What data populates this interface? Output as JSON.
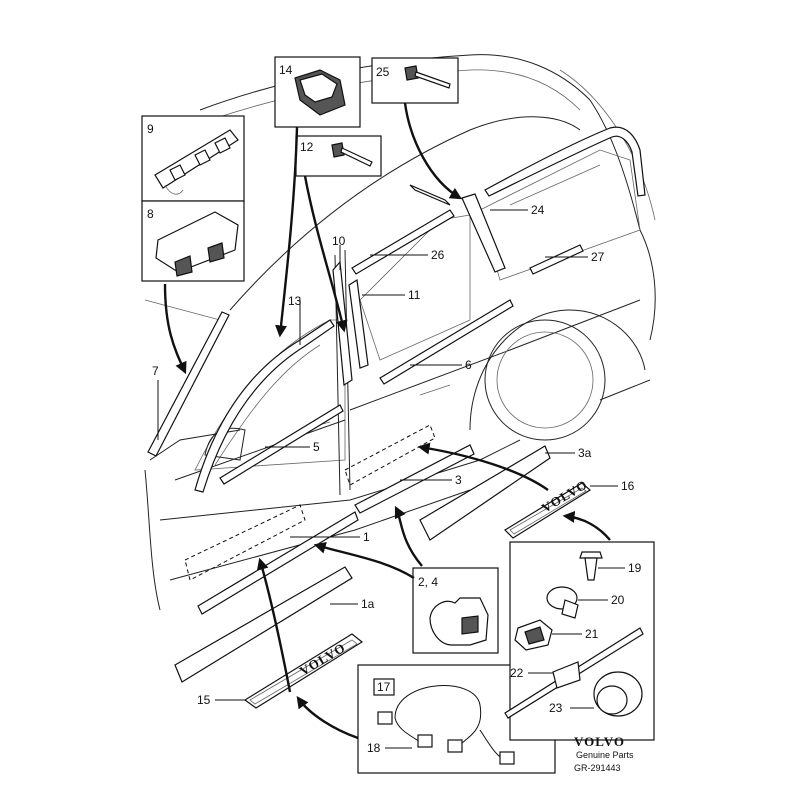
{
  "callouts": [
    {
      "id": "1",
      "label": "1"
    },
    {
      "id": "1a",
      "label": "1a"
    },
    {
      "id": "2-4",
      "label": "2, 4"
    },
    {
      "id": "3",
      "label": "3"
    },
    {
      "id": "3a",
      "label": "3a"
    },
    {
      "id": "5",
      "label": "5"
    },
    {
      "id": "6",
      "label": "6"
    },
    {
      "id": "7",
      "label": "7"
    },
    {
      "id": "8",
      "label": "8"
    },
    {
      "id": "9",
      "label": "9"
    },
    {
      "id": "10",
      "label": "10"
    },
    {
      "id": "11",
      "label": "11"
    },
    {
      "id": "12",
      "label": "12"
    },
    {
      "id": "13",
      "label": "13"
    },
    {
      "id": "14",
      "label": "14"
    },
    {
      "id": "15",
      "label": "15"
    },
    {
      "id": "16",
      "label": "16"
    },
    {
      "id": "17",
      "label": "17"
    },
    {
      "id": "18",
      "label": "18"
    },
    {
      "id": "19",
      "label": "19"
    },
    {
      "id": "20",
      "label": "20"
    },
    {
      "id": "21",
      "label": "21"
    },
    {
      "id": "22",
      "label": "22"
    },
    {
      "id": "23",
      "label": "23"
    },
    {
      "id": "24",
      "label": "24"
    },
    {
      "id": "25",
      "label": "25"
    },
    {
      "id": "26",
      "label": "26"
    },
    {
      "id": "27",
      "label": "27"
    }
  ],
  "sill_plate_text": "VOLVO",
  "footer": {
    "brand": "VOLVO",
    "subtitle": "Genuine Parts",
    "code": "GR-291443"
  }
}
